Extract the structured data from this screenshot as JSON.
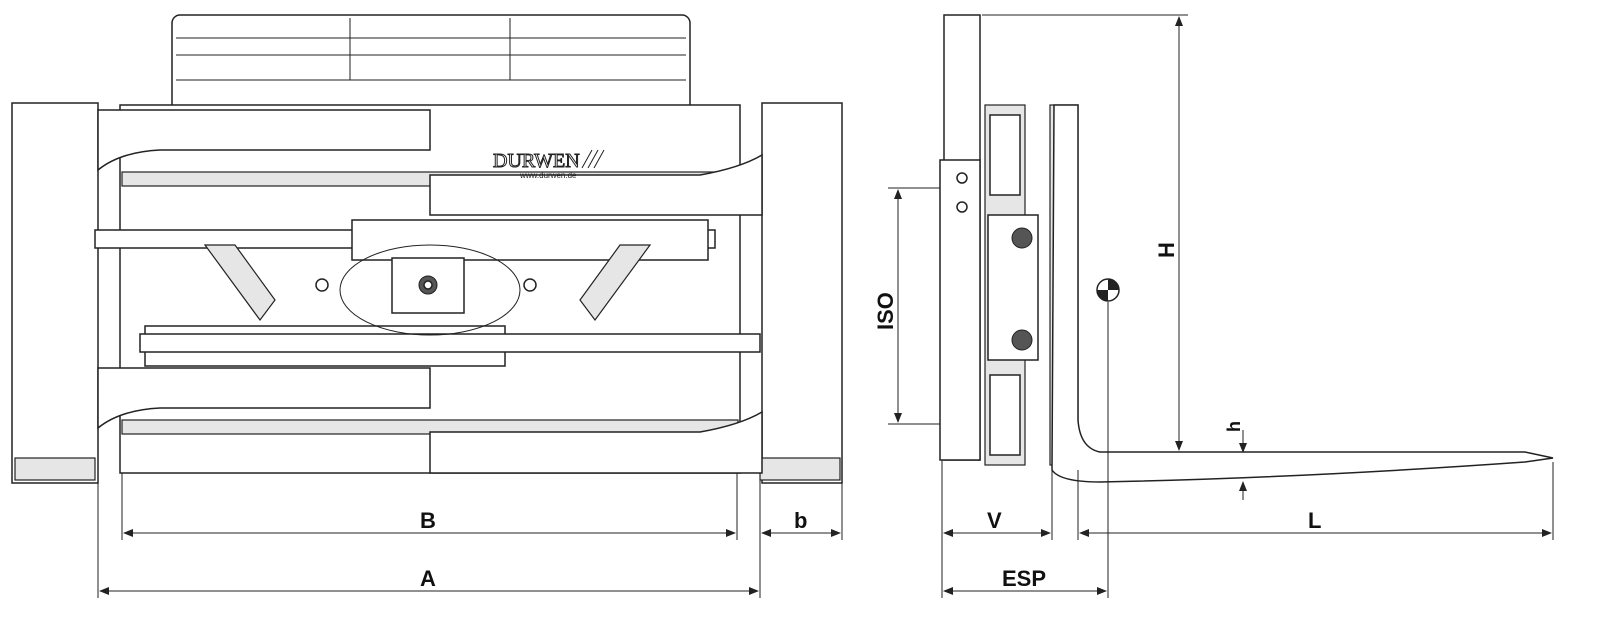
{
  "logo": {
    "brand": "DURWEN",
    "url": "www.durwen.de"
  },
  "dimensions": {
    "A": "A",
    "B": "B",
    "b": "b",
    "V": "V",
    "ESP": "ESP",
    "L": "L",
    "H": "H",
    "h": "h",
    "ISO": "ISO"
  }
}
